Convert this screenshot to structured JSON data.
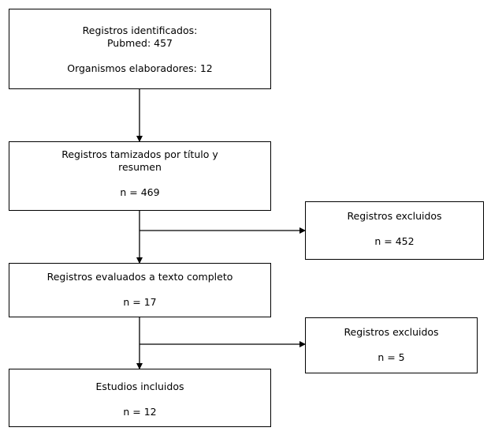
{
  "boxes": {
    "identified": {
      "lines": [
        "Registros identificados:",
        "Pubmed: 457",
        "",
        "Organismos elaboradores: 12"
      ]
    },
    "screened": {
      "lines": [
        "Registros tamizados por título y",
        "resumen",
        "",
        "n = 469"
      ]
    },
    "excluded1": {
      "lines": [
        "Registros excluidos",
        "",
        "n = 452"
      ]
    },
    "fulltext": {
      "lines": [
        "Registros evaluados a texto completo",
        "",
        "n = 17"
      ]
    },
    "excluded2": {
      "lines": [
        "Registros excluidos",
        "",
        "n = 5"
      ]
    },
    "included": {
      "lines": [
        "Estudios incluidos",
        "",
        "n = 12"
      ]
    }
  }
}
